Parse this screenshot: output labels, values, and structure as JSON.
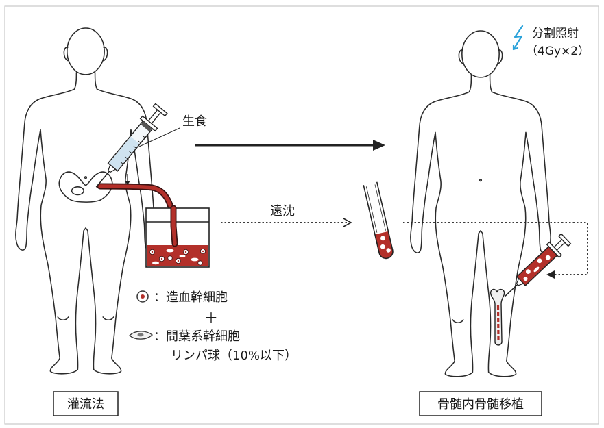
{
  "labels": {
    "saline": "生食",
    "centrifugation": "遠沈",
    "irradiation": "分割照射",
    "irradiation_dose": "（4Gy×2）",
    "legend_hsc": "：造血幹細胞",
    "legend_plus": "＋",
    "legend_msc": "：間葉系幹細胞",
    "legend_lymphocyte": "リンパ球（10%以下）",
    "method_perfusion": "灌流法",
    "method_intra_bone_marrow": "骨髄内骨髄移植"
  },
  "icons": {
    "irradiation": "lightning-icon",
    "hsc": "hematopoietic-stem-cell-icon",
    "msc": "mesenchymal-stem-cell-icon"
  },
  "colors": {
    "blood": "#b3302a",
    "saline": "#cfe3f0",
    "irradiation": "#2aa2da",
    "ink": "#222222",
    "frame": "#c9c9c9"
  }
}
